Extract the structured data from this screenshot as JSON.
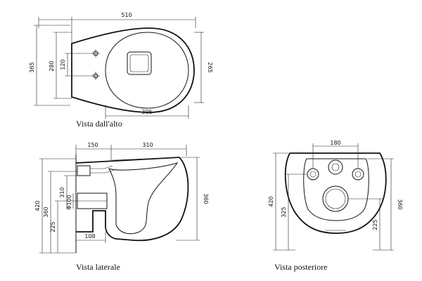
{
  "top_view": {
    "caption": "Vista dall'alto",
    "dim_width": "510",
    "dim_depth_total": "365",
    "dim_bowl_height": "280",
    "dim_holes": "120",
    "dim_right": "265",
    "dim_bottom": "305"
  },
  "side_view": {
    "caption": "Vista laterale",
    "dim_top_left": "150",
    "dim_top_right": "310",
    "dim_height": "420",
    "dim_360": "360",
    "dim_310": "310",
    "dim_225": "225",
    "dim_phi100": "Φ100",
    "dim_108": "108",
    "dim_right": "360"
  },
  "rear_view": {
    "caption": "Vista posteriore",
    "dim_top": "180",
    "dim_height": "420",
    "dim_325": "325",
    "dim_right": "360",
    "dim_225": "225"
  }
}
